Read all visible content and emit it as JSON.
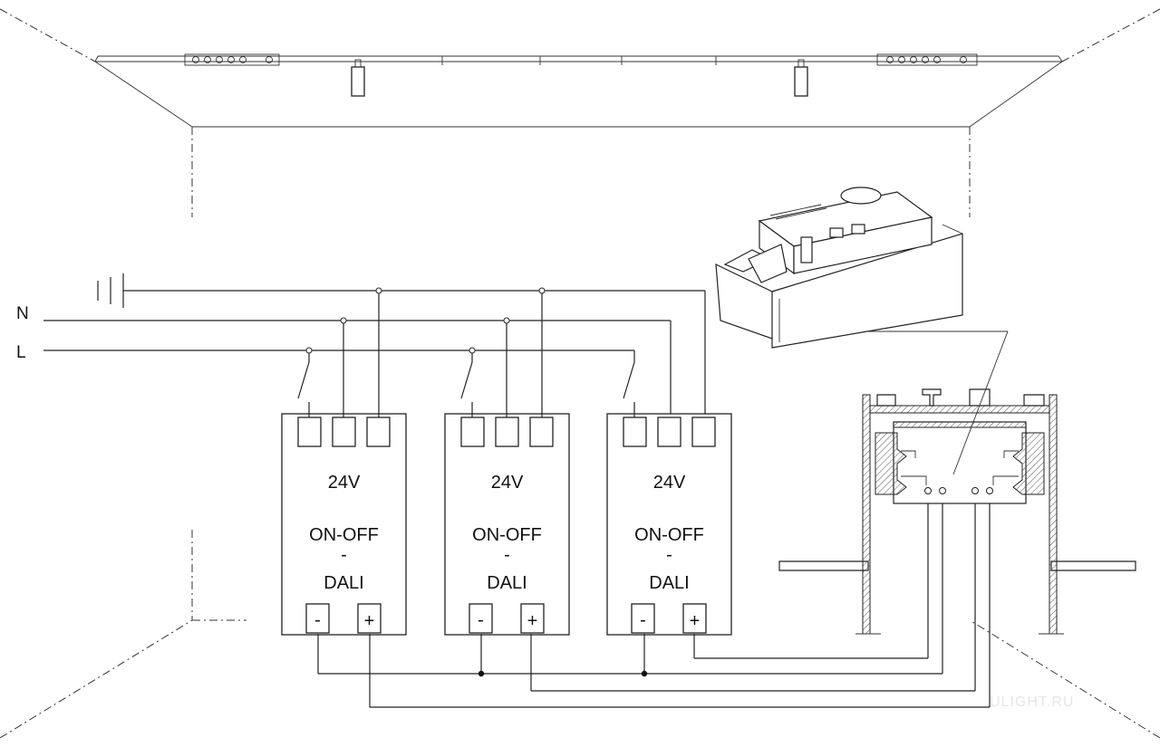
{
  "wiring": {
    "n_label": "N",
    "l_label": "L"
  },
  "drivers": [
    {
      "voltage": "24V",
      "mode_line1": "ON-OFF",
      "mode_dash": "-",
      "mode_line2": "DALI",
      "minus": "-",
      "plus": "+"
    },
    {
      "voltage": "24V",
      "mode_line1": "ON-OFF",
      "mode_dash": "-",
      "mode_line2": "DALI",
      "minus": "-",
      "plus": "+"
    },
    {
      "voltage": "24V",
      "mode_line1": "ON-OFF",
      "mode_dash": "-",
      "mode_line2": "DALI",
      "minus": "-",
      "plus": "+"
    }
  ],
  "watermark": "ULIGHT.RU",
  "icons": {
    "ground": "ground-symbol-icon",
    "switch": "switch-icon",
    "track_adapter": "track-adapter-icon",
    "track_profile": "track-profile-icon",
    "spotlight": "spotlight-icon"
  }
}
